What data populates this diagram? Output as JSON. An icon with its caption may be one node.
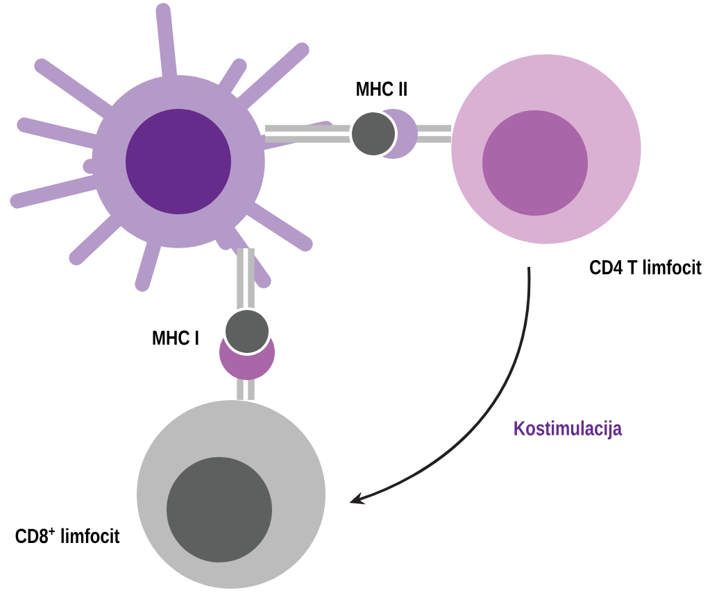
{
  "diagram": {
    "nodes": [
      {
        "text": [],
        "shape": "picture"
      },
      {
        "text": [],
        "shape": "circle",
        "beside": [
          "CD4 T limfocit"
        ]
      },
      {
        "text": [],
        "shape": "circle",
        "beside": [
          "CD8$^{+}$ limfocit"
        ]
      }
    ],
    "edges": [
      {
        "from": 0,
        "to": 1,
        "arrow": "none",
        "label": "MHC II"
      },
      {
        "from": 0,
        "to": 2,
        "arrow": "none",
        "label": "MHC I"
      },
      {
        "from": 1,
        "to": 2,
        "arrow": "to",
        "label": "Kostimulacija",
        "color": "#231f20"
      }
    ]
  }
}
